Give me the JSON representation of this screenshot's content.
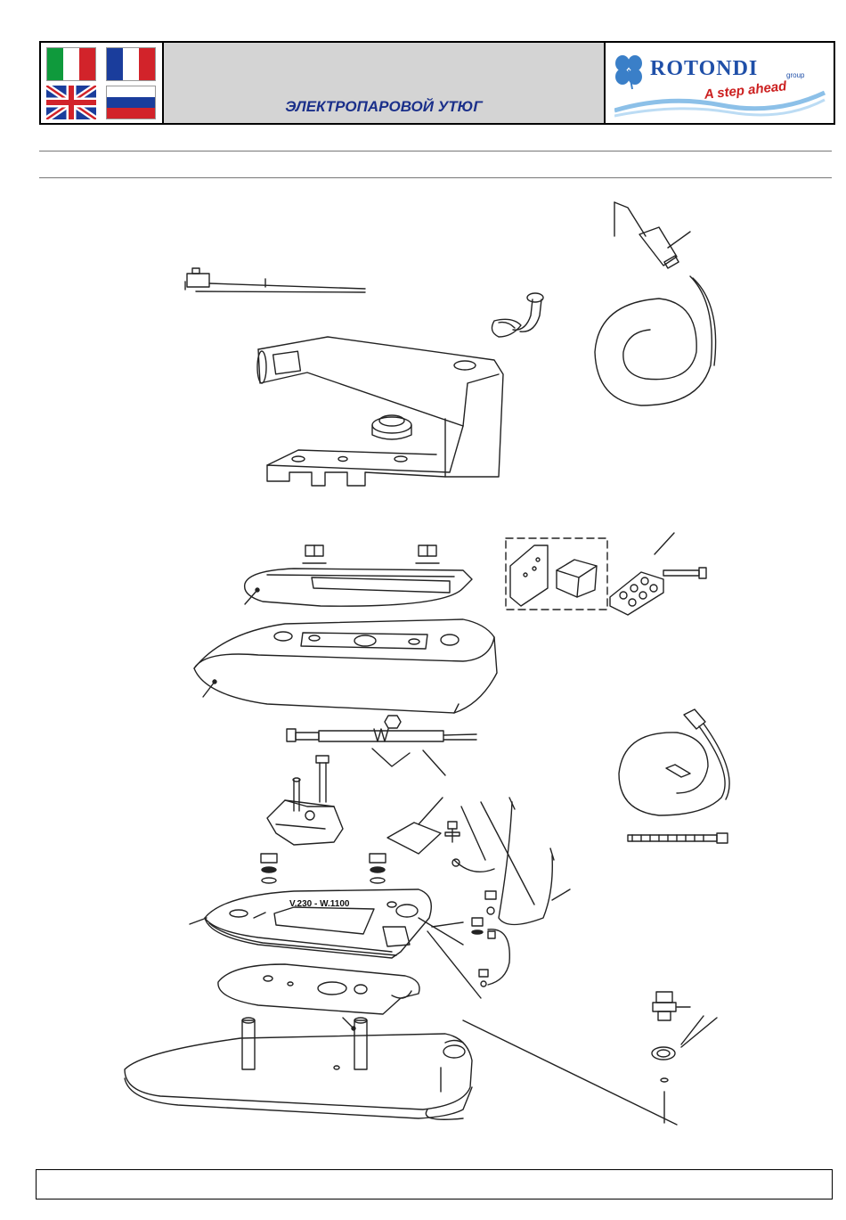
{
  "header": {
    "title": "ЭЛЕКТРОПАРОВОЙ УТЮГ",
    "logo": {
      "name": "ROTONDI",
      "group": "group",
      "tagline": "A step ahead"
    },
    "flags": [
      {
        "country": "Italy",
        "colors": [
          "#0f9a3c",
          "#ffffff",
          "#d2232a"
        ]
      },
      {
        "country": "France",
        "colors": [
          "#1a3d9c",
          "#ffffff",
          "#d2232a"
        ]
      },
      {
        "country": "United Kingdom",
        "colors": [
          "#1a3d9c",
          "#ffffff",
          "#d2232a"
        ]
      },
      {
        "country": "Russia",
        "colors": [
          "#ffffff",
          "#1a3d9c",
          "#d2232a"
        ]
      }
    ]
  },
  "diagram": {
    "rating_label": "V.230 - W.1100"
  },
  "colors": {
    "brand_blue": "#1f4fa8",
    "title_blue": "#1a2f8a",
    "tagline_red": "#cc2020"
  }
}
